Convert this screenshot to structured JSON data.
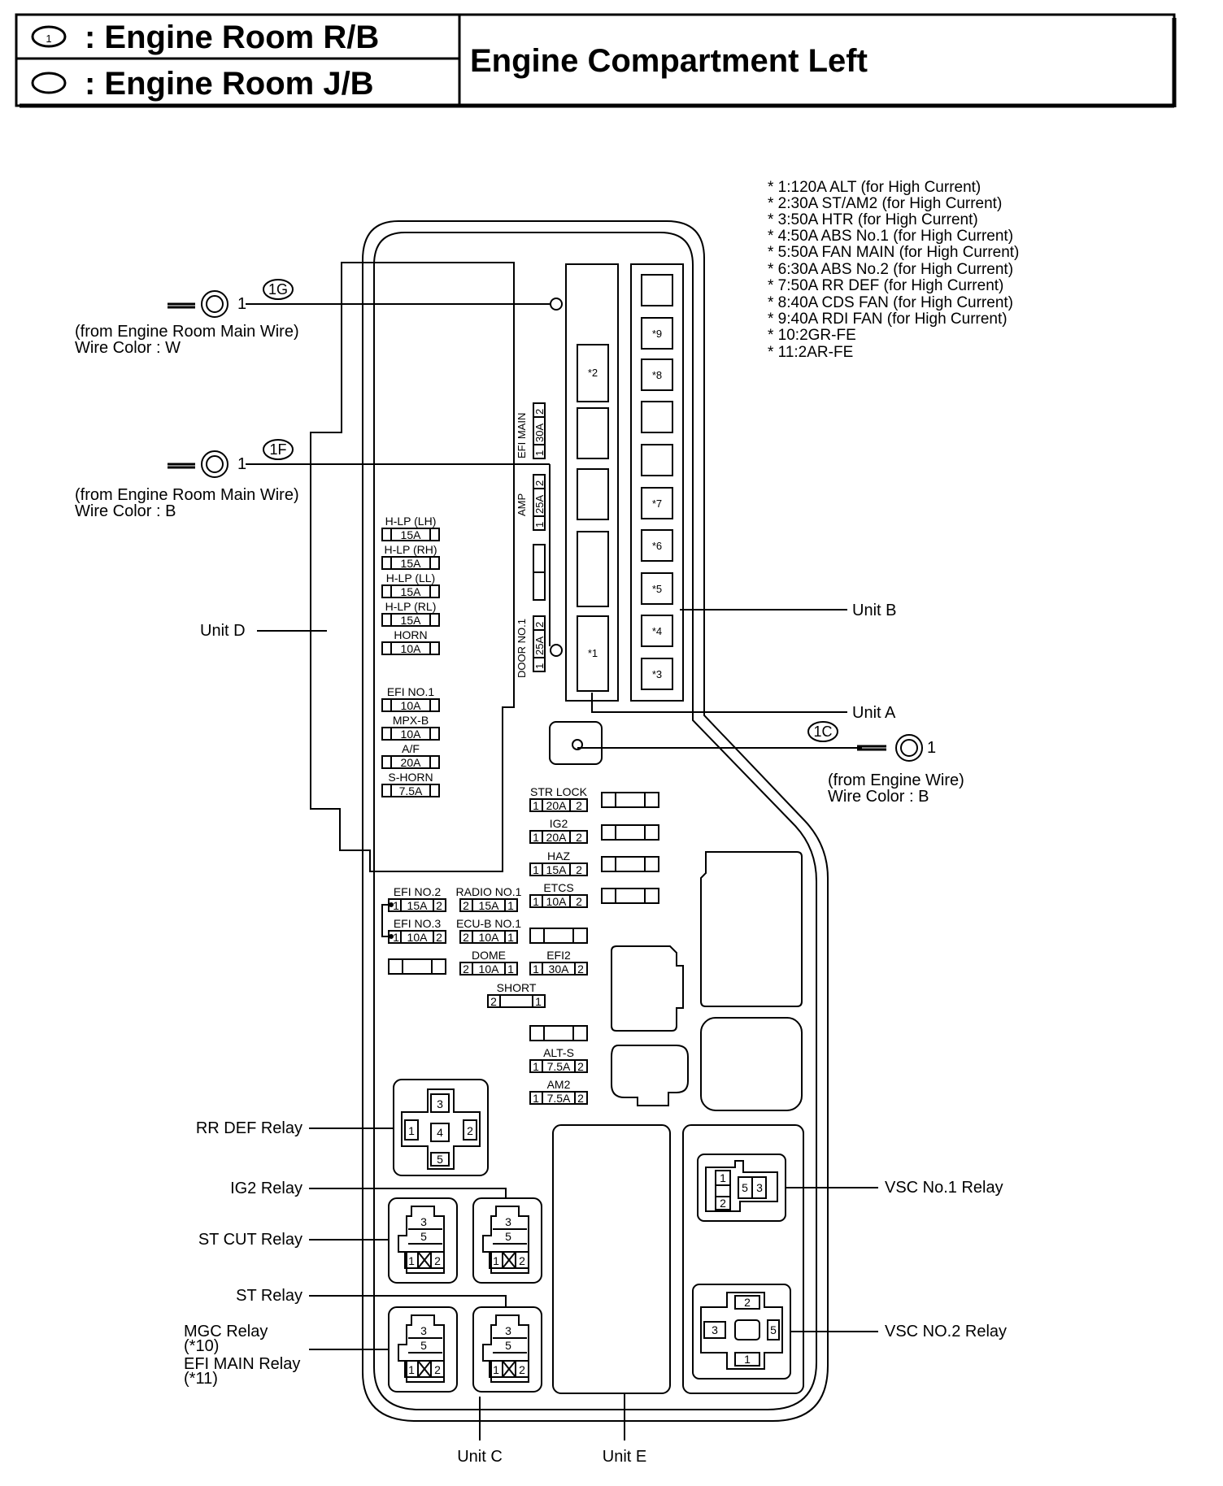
{
  "header": {
    "legend_rb": "① : Engine Room R/B",
    "legend_rb_text": ": Engine Room R/B",
    "legend_jb_text": ": Engine Room J/B",
    "legend_rb_symbol": "1",
    "title": "Engine Compartment Left"
  },
  "notes": [
    "* 1:120A ALT (for High Current)",
    "* 2:30A ST/AM2 (for High Current)",
    "* 3:50A HTR (for High Current)",
    "* 4:50A ABS No.1 (for High Current)",
    "* 5:50A FAN MAIN (for High Current)",
    "* 6:30A ABS No.2 (for High Current)",
    "* 7:50A RR DEF (for High Current)",
    "* 8:40A CDS FAN (for High Current)",
    "* 9:40A RDI FAN (for High Current)",
    "* 10:2GR-FE",
    "* 11:2AR-FE"
  ],
  "connectors": {
    "c1g": {
      "id": "1G",
      "pin": "1",
      "from": "(from Engine Room Main Wire)",
      "color": "Wire Color : W"
    },
    "c1f": {
      "id": "1F",
      "pin": "1",
      "from": "(from Engine Room Main Wire)",
      "color": "Wire Color : B"
    },
    "c1c": {
      "id": "1C",
      "pin": "1",
      "from": "(from Engine Wire)",
      "color": "Wire Color : B"
    }
  },
  "units": {
    "a": "Unit A",
    "b": "Unit B",
    "c": "Unit C",
    "d": "Unit D",
    "e": "Unit E"
  },
  "unit_b_slots": [
    "",
    "*9",
    "*8",
    "",
    "",
    "*7",
    "*6",
    "*5",
    "*4",
    "*3"
  ],
  "unit_a_slots": [
    "*2",
    "",
    "",
    "",
    "*1"
  ],
  "vertical_fuses": [
    {
      "name": "EFI MAIN",
      "amp": "30A",
      "p1": "1",
      "p2": "2"
    },
    {
      "name": "AMP",
      "amp": "25A",
      "p1": "1",
      "p2": "2"
    },
    {
      "name": "DOOR NO.1",
      "amp": "25A",
      "p1": "1",
      "p2": "2"
    }
  ],
  "unit_d_fuses": [
    {
      "name": "H-LP (LH)",
      "amp": "15A"
    },
    {
      "name": "H-LP (RH)",
      "amp": "15A"
    },
    {
      "name": "H-LP (LL)",
      "amp": "15A"
    },
    {
      "name": "H-LP (RL)",
      "amp": "15A"
    },
    {
      "name": "HORN",
      "amp": "10A"
    },
    {
      "name": "EFI NO.1",
      "amp": "10A"
    },
    {
      "name": "MPX-B",
      "amp": "10A"
    },
    {
      "name": "A/F",
      "amp": "20A"
    },
    {
      "name": "S-HORN",
      "amp": "7.5A"
    }
  ],
  "right_fuses": [
    {
      "name": "STR LOCK",
      "amp": "20A",
      "p1": "1",
      "p2": "2"
    },
    {
      "name": "IG2",
      "amp": "20A",
      "p1": "1",
      "p2": "2"
    },
    {
      "name": "HAZ",
      "amp": "15A",
      "p1": "1",
      "p2": "2"
    },
    {
      "name": "ETCS",
      "amp": "10A",
      "p1": "1",
      "p2": "2"
    }
  ],
  "mid_fuses": [
    {
      "name": "EFI NO.2",
      "amp": "15A",
      "p1": "1",
      "p2": "2"
    },
    {
      "name": "EFI NO.3",
      "amp": "10A",
      "p1": "1",
      "p2": "2"
    },
    {
      "name": "RADIO NO.1",
      "amp": "15A",
      "p1": "2",
      "p2": "1"
    },
    {
      "name": "ECU-B NO.1",
      "amp": "10A",
      "p1": "2",
      "p2": "1"
    },
    {
      "name": "DOME",
      "amp": "10A",
      "p1": "2",
      "p2": "1"
    },
    {
      "name": "EFI2",
      "amp": "30A",
      "p1": "1",
      "p2": "2"
    },
    {
      "name": "SHORT",
      "amp": "",
      "p1": "2",
      "p2": "1"
    },
    {
      "name": "ALT-S",
      "amp": "7.5A",
      "p1": "1",
      "p2": "2"
    },
    {
      "name": "AM2",
      "amp": "7.5A",
      "p1": "1",
      "p2": "2"
    }
  ],
  "relays": {
    "rr_def": "RR DEF Relay",
    "ig2": "IG2 Relay",
    "st_cut": "ST CUT Relay",
    "st": "ST Relay",
    "mgc": "MGC Relay",
    "mgc_note": "(*10)",
    "efi_main": "EFI MAIN Relay",
    "efi_main_note": "(*11)",
    "vsc1": "VSC No.1 Relay",
    "vsc2": "VSC NO.2 Relay"
  },
  "relay_pins": {
    "cross": [
      "1",
      "2",
      "3",
      "4",
      "5"
    ],
    "small": [
      "3",
      "5",
      "1",
      "2"
    ],
    "vsc1": [
      "1",
      "2",
      "5",
      "3"
    ],
    "vsc2": [
      "2",
      "3",
      "5",
      "1"
    ]
  }
}
